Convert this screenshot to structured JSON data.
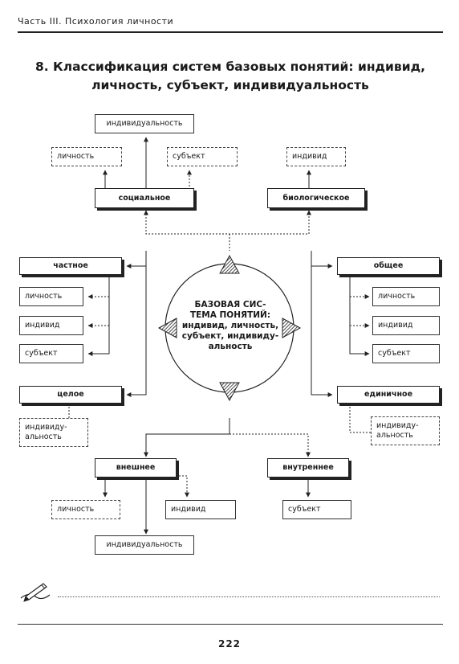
{
  "header": {
    "running_title": "Часть III. Психология личности"
  },
  "title": {
    "line1": "8. Классификация систем базовых понятий: индивид,",
    "line2": "личность, субъект, индивидуальность"
  },
  "center": {
    "line1": "БАЗОВАЯ СИС-",
    "line2": "ТЕМА ПОНЯТИЙ:",
    "line3": "индивид, личность,",
    "line4": "субъект, индивиду-",
    "line5": "альность"
  },
  "top_group": {
    "individuality": "индивидуальность",
    "personality": "личность",
    "subject": "субъект",
    "individual": "индивид",
    "social": "социальное",
    "biological": "биологическое"
  },
  "left_group": {
    "particular": "частное",
    "personality": "личность",
    "individual": "индивид",
    "subject": "субъект",
    "whole": "целое",
    "individuality_l1": "индивиду-",
    "individuality_l2": "альность"
  },
  "right_group": {
    "general": "общее",
    "personality": "личность",
    "individual": "индивид",
    "subject": "субъект",
    "single": "единичное",
    "individuality_l1": "индивиду-",
    "individuality_l2": "альность"
  },
  "bottom_group": {
    "external": "внешнее",
    "internal": "внутреннее",
    "personality": "личность",
    "individual": "индивид",
    "subject": "субъект",
    "individuality": "индивидуальность"
  },
  "footer": {
    "page_number": "222"
  },
  "icons": {
    "note": "pen-writing-icon"
  },
  "colors": {
    "ink": "#1a1a1a"
  }
}
